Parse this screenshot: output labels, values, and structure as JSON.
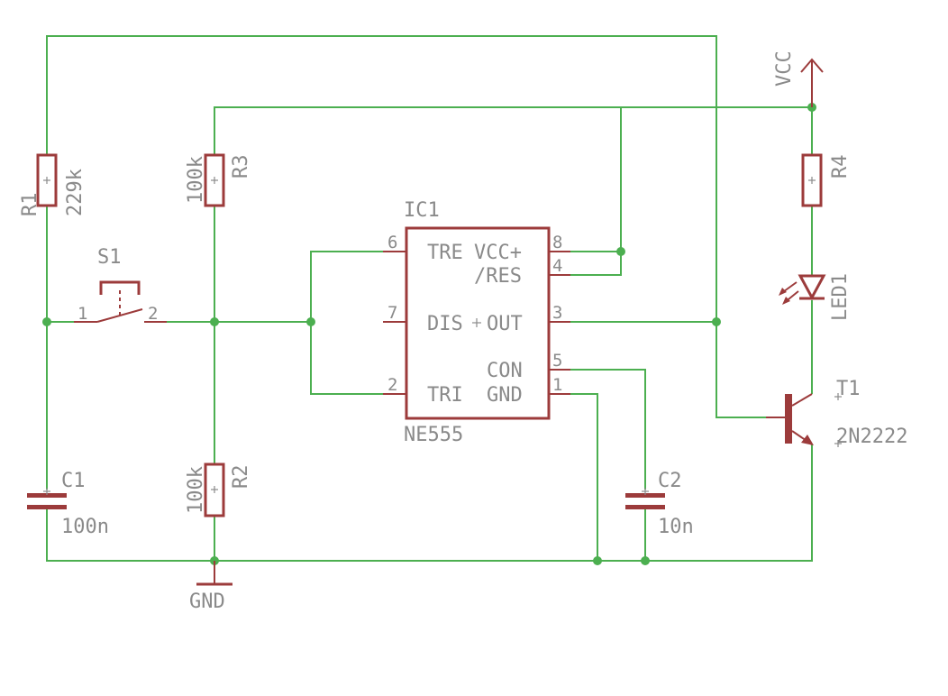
{
  "parts": {
    "r1": {
      "name": "R1",
      "value": "229k"
    },
    "r2": {
      "name": "R2",
      "value": "100k"
    },
    "r3": {
      "name": "R3",
      "value": "100k"
    },
    "r4": {
      "name": "R4"
    },
    "c1": {
      "name": "C1",
      "value": "100n"
    },
    "c2": {
      "name": "C2",
      "value": "10n"
    },
    "s1": {
      "name": "S1",
      "pin1": "1",
      "pin2": "2"
    },
    "led1": {
      "name": "LED1"
    },
    "t1": {
      "name": "T1",
      "value": "2N2222"
    },
    "ic1": {
      "name": "IC1",
      "value": "NE555",
      "pins": {
        "tre": {
          "number": "6",
          "label": "TRE"
        },
        "vcc": {
          "number": "8",
          "label": "VCC+"
        },
        "res": {
          "number": "4",
          "label": "/RES"
        },
        "dis": {
          "number": "7",
          "label": "DIS"
        },
        "out": {
          "number": "3",
          "label": "OUT"
        },
        "con": {
          "number": "5",
          "label": "CON"
        },
        "tri": {
          "number": "2",
          "label": "TRI"
        },
        "gnd": {
          "number": "1",
          "label": "GND"
        }
      }
    }
  },
  "supplies": {
    "vcc": "VCC",
    "gnd": "GND"
  },
  "colors": {
    "wire": "#4caf50",
    "part": "#9c3b3b",
    "text": "#8a8a8a",
    "background": "#ffffff"
  }
}
